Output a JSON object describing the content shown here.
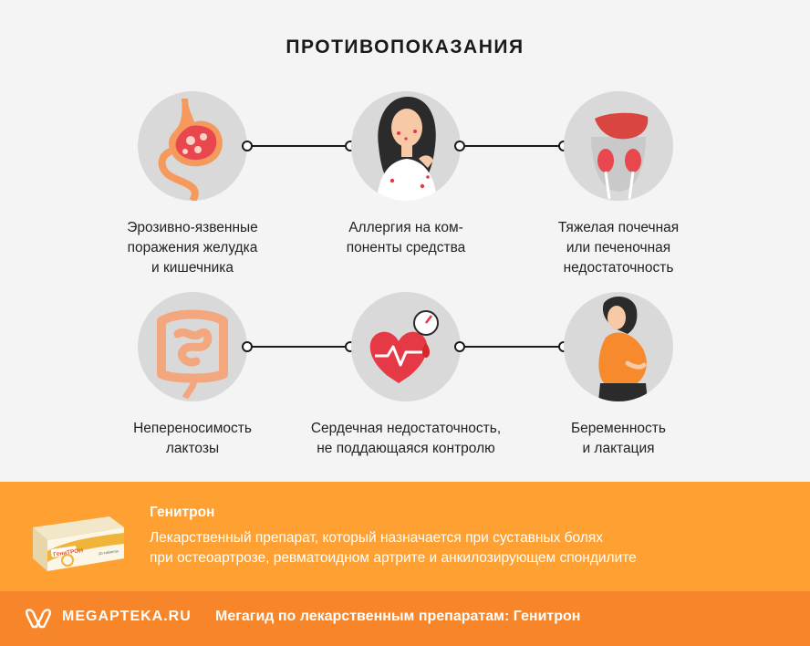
{
  "title": "ПРОТИВОПОКАЗАНИЯ",
  "items": [
    {
      "icon": "stomach-icon",
      "lines": [
        "Эрозивно-язвенные",
        "поражения желудка",
        "и кишечника"
      ]
    },
    {
      "icon": "allergy-woman-icon",
      "lines": [
        "Аллергия на ком-",
        "поненты средства"
      ]
    },
    {
      "icon": "liver-kidney-icon",
      "lines": [
        "Тяжелая почечная",
        "или печеночная",
        "недостаточность"
      ]
    },
    {
      "icon": "intestine-icon",
      "lines": [
        "Непереносимость",
        "лактозы"
      ]
    },
    {
      "icon": "heart-pressure-icon",
      "lines": [
        "Сердечная недостаточность,",
        "не поддающаяся контролю"
      ]
    },
    {
      "icon": "pregnant-woman-icon",
      "lines": [
        "Беременность",
        "и лактация"
      ]
    }
  ],
  "product": {
    "name": "Генитрон",
    "description": [
      "Лекарственный препарат, который назначается при суставных болях",
      "при остеоартрозе, ревматоидном артрите и анкилозирующем спондилите"
    ],
    "pack_label": "ГениТРОН",
    "pack_count": "20 таблеток"
  },
  "footer": {
    "logo": "MEGAPTEKA.RU",
    "text": "Мегагид по лекарственным препаратам: Генитрон"
  },
  "colors": {
    "background": "#f4f4f4",
    "circle": "#d9d9d9",
    "band": "#ffa033",
    "footer": "#f7862a",
    "accent_red": "#e63946"
  }
}
